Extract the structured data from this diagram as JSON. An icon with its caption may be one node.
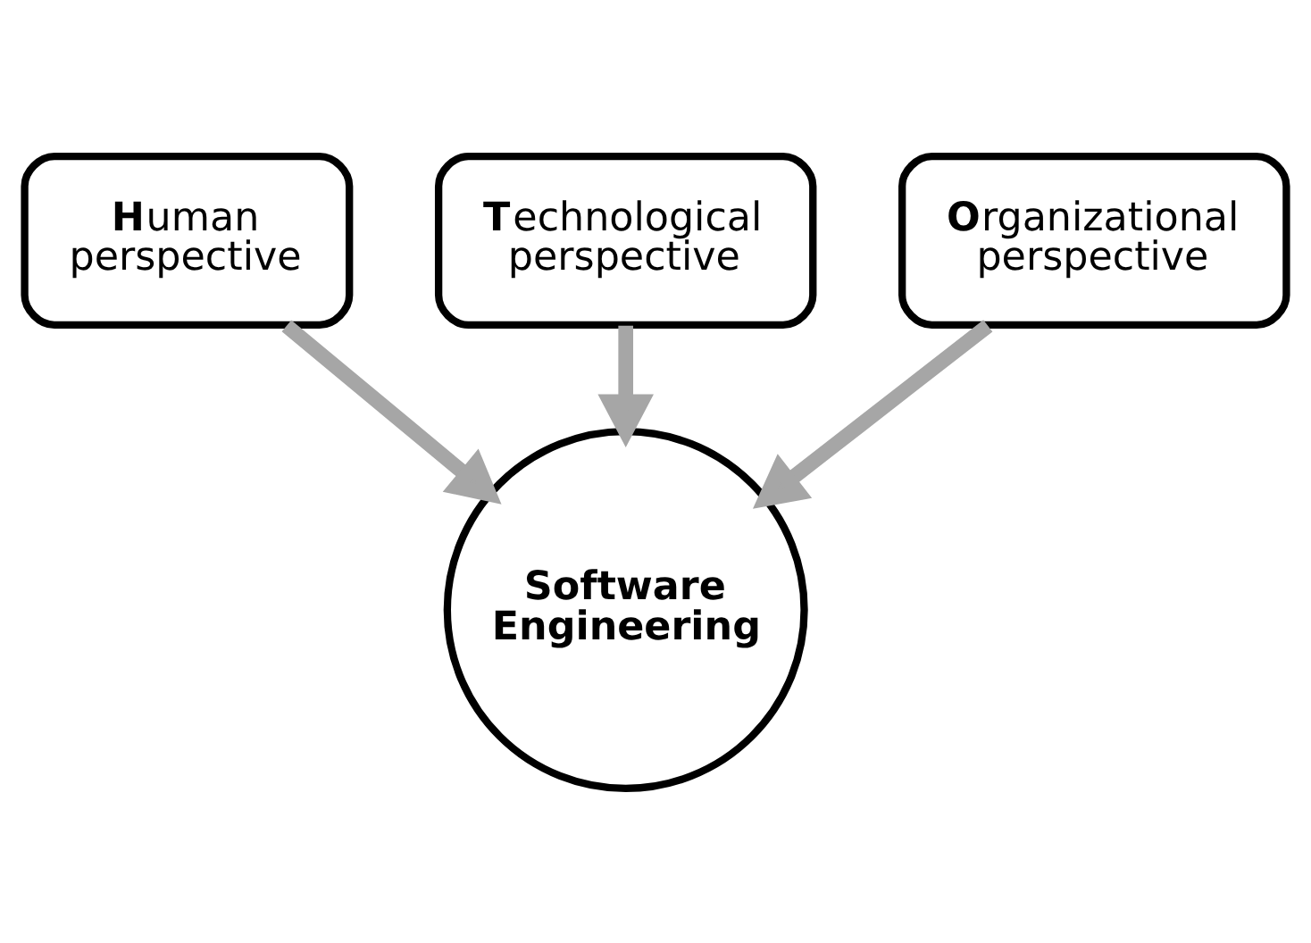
{
  "diagram": {
    "nodes": [
      {
        "text": [
          "**H**uman perspective"
        ]
      },
      {
        "text": [
          "**T**echnological perspective"
        ]
      },
      {
        "text": [
          "**O**rganizational perspective"
        ]
      },
      {
        "text": [
          "Software Engineering"
        ]
      }
    ],
    "edges": [
      {
        "from": 0,
        "to": 3,
        "arrow": "to"
      },
      {
        "from": 1,
        "to": 3,
        "arrow": "to"
      },
      {
        "from": 2,
        "to": 3,
        "arrow": "to"
      }
    ]
  }
}
